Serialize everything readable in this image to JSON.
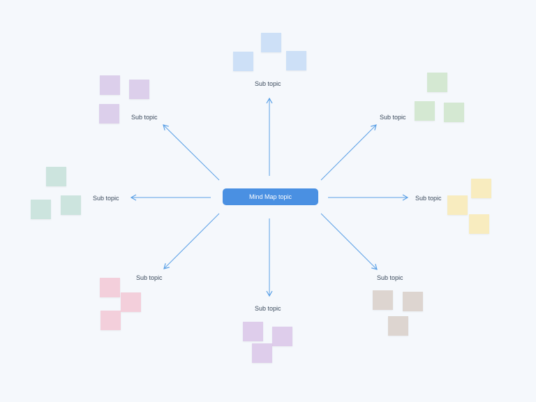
{
  "central_topic": {
    "label": "Mind Map topic",
    "color": "#4a90e2"
  },
  "arrow_color": "#5aa0e6",
  "branches": [
    {
      "id": "top",
      "label": "Sub topic",
      "note_color": "#cde0f7",
      "note_count": 3
    },
    {
      "id": "top-right",
      "label": "Sub topic",
      "note_color": "#d4e8d2",
      "note_count": 3
    },
    {
      "id": "right",
      "label": "Sub topic",
      "note_color": "#f8ecbf",
      "note_count": 3
    },
    {
      "id": "bottom-right",
      "label": "Sub topic",
      "note_color": "#ddd5d0",
      "note_count": 3
    },
    {
      "id": "bottom",
      "label": "Sub topic",
      "note_color": "#decdeb",
      "note_count": 3
    },
    {
      "id": "bottom-left",
      "label": "Sub topic",
      "note_color": "#f3cfdb",
      "note_count": 3
    },
    {
      "id": "left",
      "label": "Sub topic",
      "note_color": "#cce4de",
      "note_count": 3
    },
    {
      "id": "top-left",
      "label": "Sub topic",
      "note_color": "#dccfeb",
      "note_count": 3
    }
  ]
}
